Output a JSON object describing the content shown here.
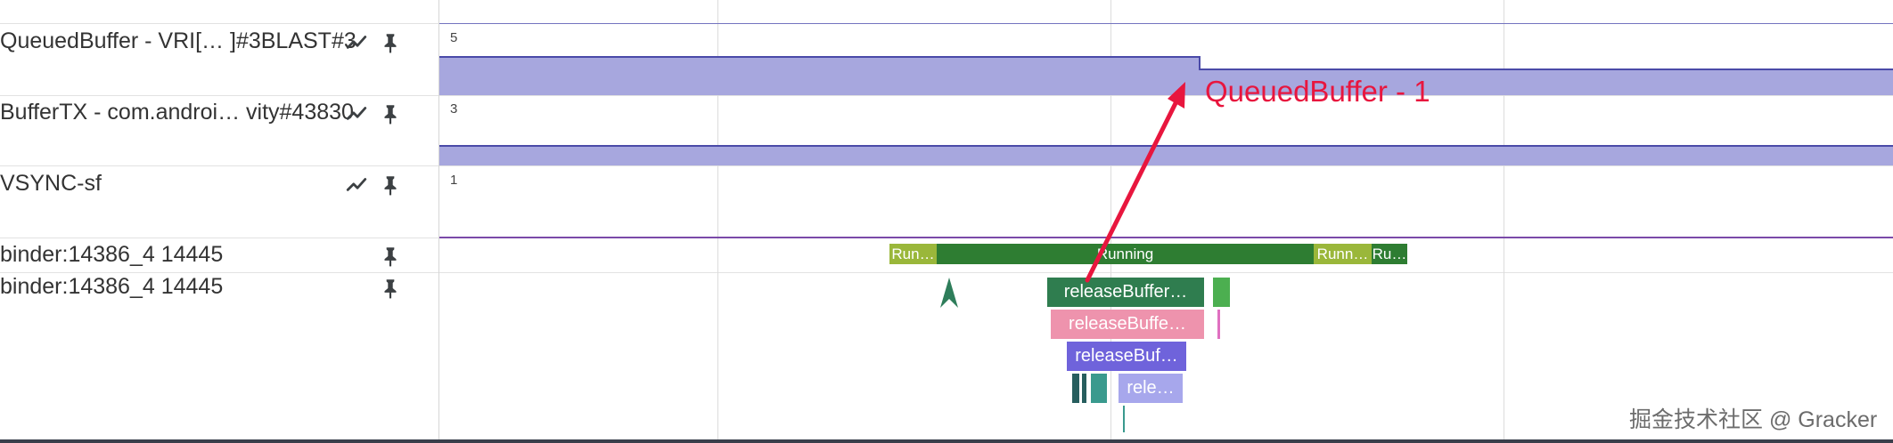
{
  "tracks": [
    {
      "name": "QueuedBuffer - VRI[…  ]#3BLAST#3",
      "counter_max": "5",
      "has_chart_icon": true
    },
    {
      "name": "BufferTX - com.androi… vity#43830",
      "counter_max": "3",
      "has_chart_icon": true
    },
    {
      "name": "VSYNC-sf",
      "counter_max": "1",
      "has_chart_icon": true
    },
    {
      "name": "binder:14386_4 14445",
      "has_chart_icon": false
    },
    {
      "name": "binder:14386_4 14445",
      "has_chart_icon": false
    }
  ],
  "icons": {
    "chart": "line-chart-icon",
    "pin": "pin-icon",
    "marker": "sched-wakeup-arrow-icon"
  },
  "thread_states": [
    {
      "label": "Run…",
      "state": "runnable"
    },
    {
      "label": "Running",
      "state": "running"
    },
    {
      "label": "Runn…",
      "state": "runnable"
    },
    {
      "label": "Ru…",
      "state": "running"
    }
  ],
  "slices": [
    {
      "label": "releaseBuffer…",
      "depth": 0,
      "color": "#2f7d4f"
    },
    {
      "label": "releaseBuffe…",
      "depth": 1,
      "color": "#ee93ad"
    },
    {
      "label": "releaseBuf…",
      "depth": 2,
      "color": "#6f63db"
    },
    {
      "label": "rele…",
      "depth": 3,
      "color": "#a7a7ec"
    }
  ],
  "annotation": {
    "text": "QueuedBuffer - 1",
    "color": "#e8163e"
  },
  "watermark": "掘金技术社区 @ Gracker",
  "colors": {
    "counter_fill": "#a7a7de",
    "counter_edge": "#4a4aa8",
    "running": "#2e7d32",
    "runnable": "#9ab73a",
    "icon": "#3c4043"
  }
}
